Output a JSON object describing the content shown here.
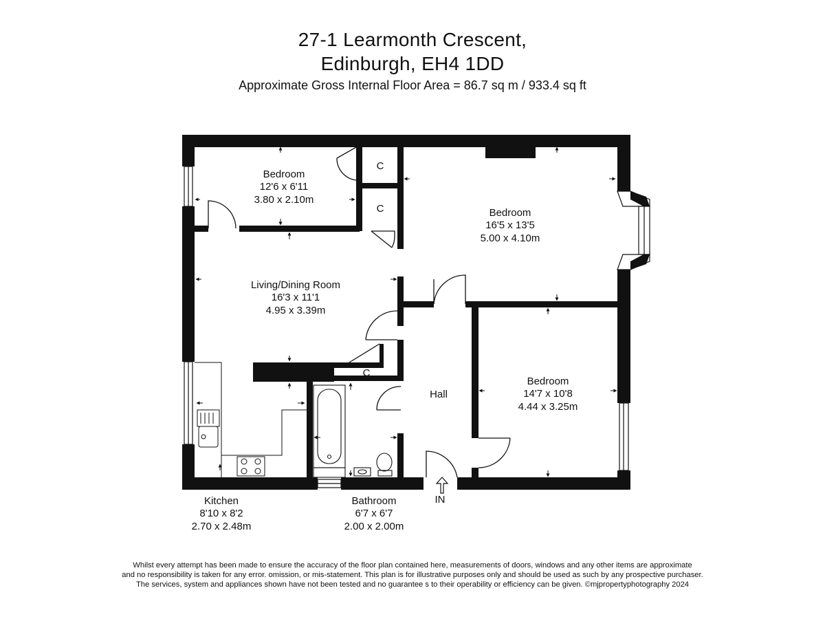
{
  "header": {
    "line1": "27-1 Learmonth Crescent,",
    "line2": "Edinburgh, EH4 1DD",
    "area": "Approximate Gross Internal Floor Area  =  86.7 sq m  / 933.4 sq ft"
  },
  "rooms": {
    "bedroom_small": {
      "name": "Bedroom",
      "imperial": "12'6 x 6'11",
      "metric": "3.80 x 2.10m"
    },
    "bedroom_large": {
      "name": "Bedroom",
      "imperial": "16'5 x 13'5",
      "metric": "5.00 x 4.10m"
    },
    "living": {
      "name": "Living/Dining Room",
      "imperial": "16'3 x 11'1",
      "metric": "4.95 x 3.39m"
    },
    "hall": {
      "name": "Hall"
    },
    "bedroom_right": {
      "name": "Bedroom",
      "imperial": "14'7 x 10'8",
      "metric": "4.44 x 3.25m"
    },
    "kitchen": {
      "name": "Kitchen",
      "imperial": "8'10 x 8'2",
      "metric": "2.70 x 2.48m"
    },
    "bathroom": {
      "name": "Bathroom",
      "imperial": "6'7 x 6'7",
      "metric": "2.00 x 2.00m"
    },
    "cupboard": "C",
    "entrance": "IN"
  },
  "disclaimer": {
    "line1": "Whilst every attempt has been made to ensure the accuracy of the floor plan contained here, measurements of doors, windows and any other items are approximate",
    "line2": "and no responsibility is taken for any error. omission, or mis-statement. This plan is for illustrative purposes only and should be used as such by any prospective purchaser.",
    "line3": "The services, system and appliances shown have not been  tested and no guarantee s to their operability or efficiency can be given.    ©mjpropertyphotography  2024"
  }
}
